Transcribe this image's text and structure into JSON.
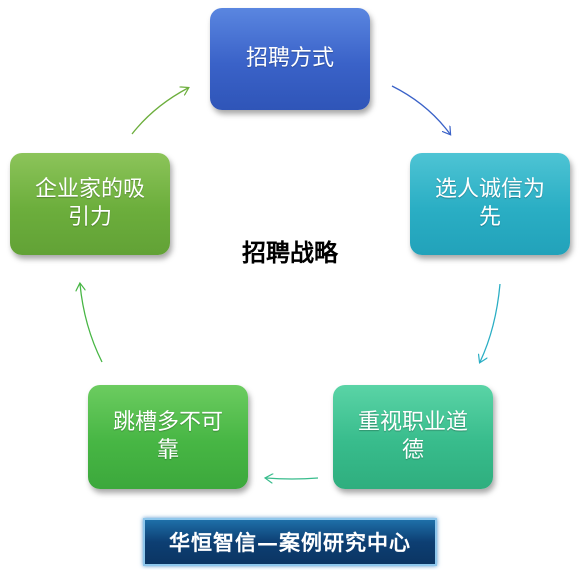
{
  "title": "招聘战略",
  "nodes": [
    {
      "lines": [
        "招聘方式"
      ]
    },
    {
      "lines": [
        "选人诚信为",
        "先"
      ]
    },
    {
      "lines": [
        "重视职业道",
        "德"
      ]
    },
    {
      "lines": [
        "跳槽多不可",
        "靠"
      ]
    },
    {
      "lines": [
        "企业家的吸",
        "引力"
      ]
    }
  ],
  "footer": "华恒智信—案例研究中心",
  "colors": {
    "node1": "#3a62c8",
    "node2": "#2aaec4",
    "node3": "#38bc8c",
    "node4": "#47b644",
    "node5": "#6cae3c",
    "footer_bg": "#0d3f73"
  }
}
